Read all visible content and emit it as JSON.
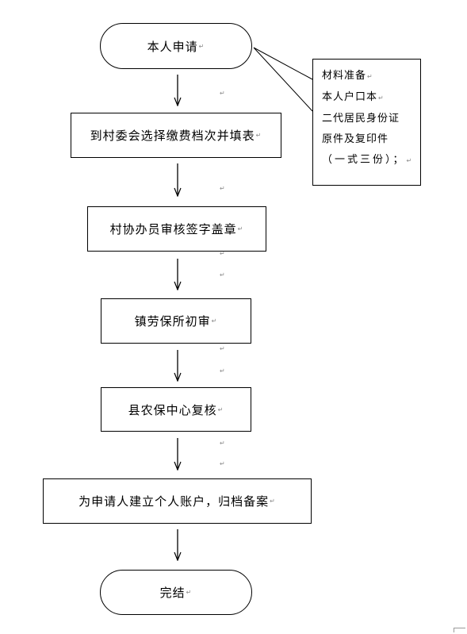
{
  "flowchart": {
    "steps": [
      "本人申请",
      "到村委会选择缴费档次并填表",
      "村协办员审核签字盖章",
      "镇劳保所初审",
      "县农保中心复核",
      "为申请人建立个人账户，归档备案",
      "完结"
    ],
    "note": {
      "title": "材料准备",
      "lines": [
        "本人户口本",
        "二代居民身份证",
        "原件及复印件",
        "（一式三份）；"
      ]
    },
    "paragraph_mark": "↵"
  }
}
